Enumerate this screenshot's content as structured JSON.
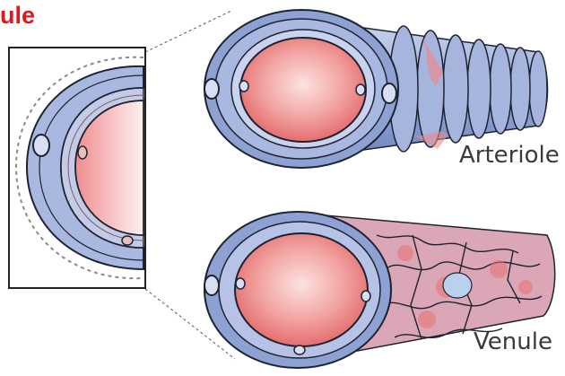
{
  "header": {
    "title": "ule"
  },
  "labels": {
    "arteriole": "Arteriole",
    "venule": "Venule"
  },
  "colors": {
    "title": "#e8141b",
    "wall_blue": "#9aaedb",
    "wall_blue_dark": "#6f86bf",
    "lumen_red": "#ee8c8c",
    "lumen_center": "#fbe3e1",
    "outline": "#1f2330",
    "network_red": "#e87070"
  }
}
